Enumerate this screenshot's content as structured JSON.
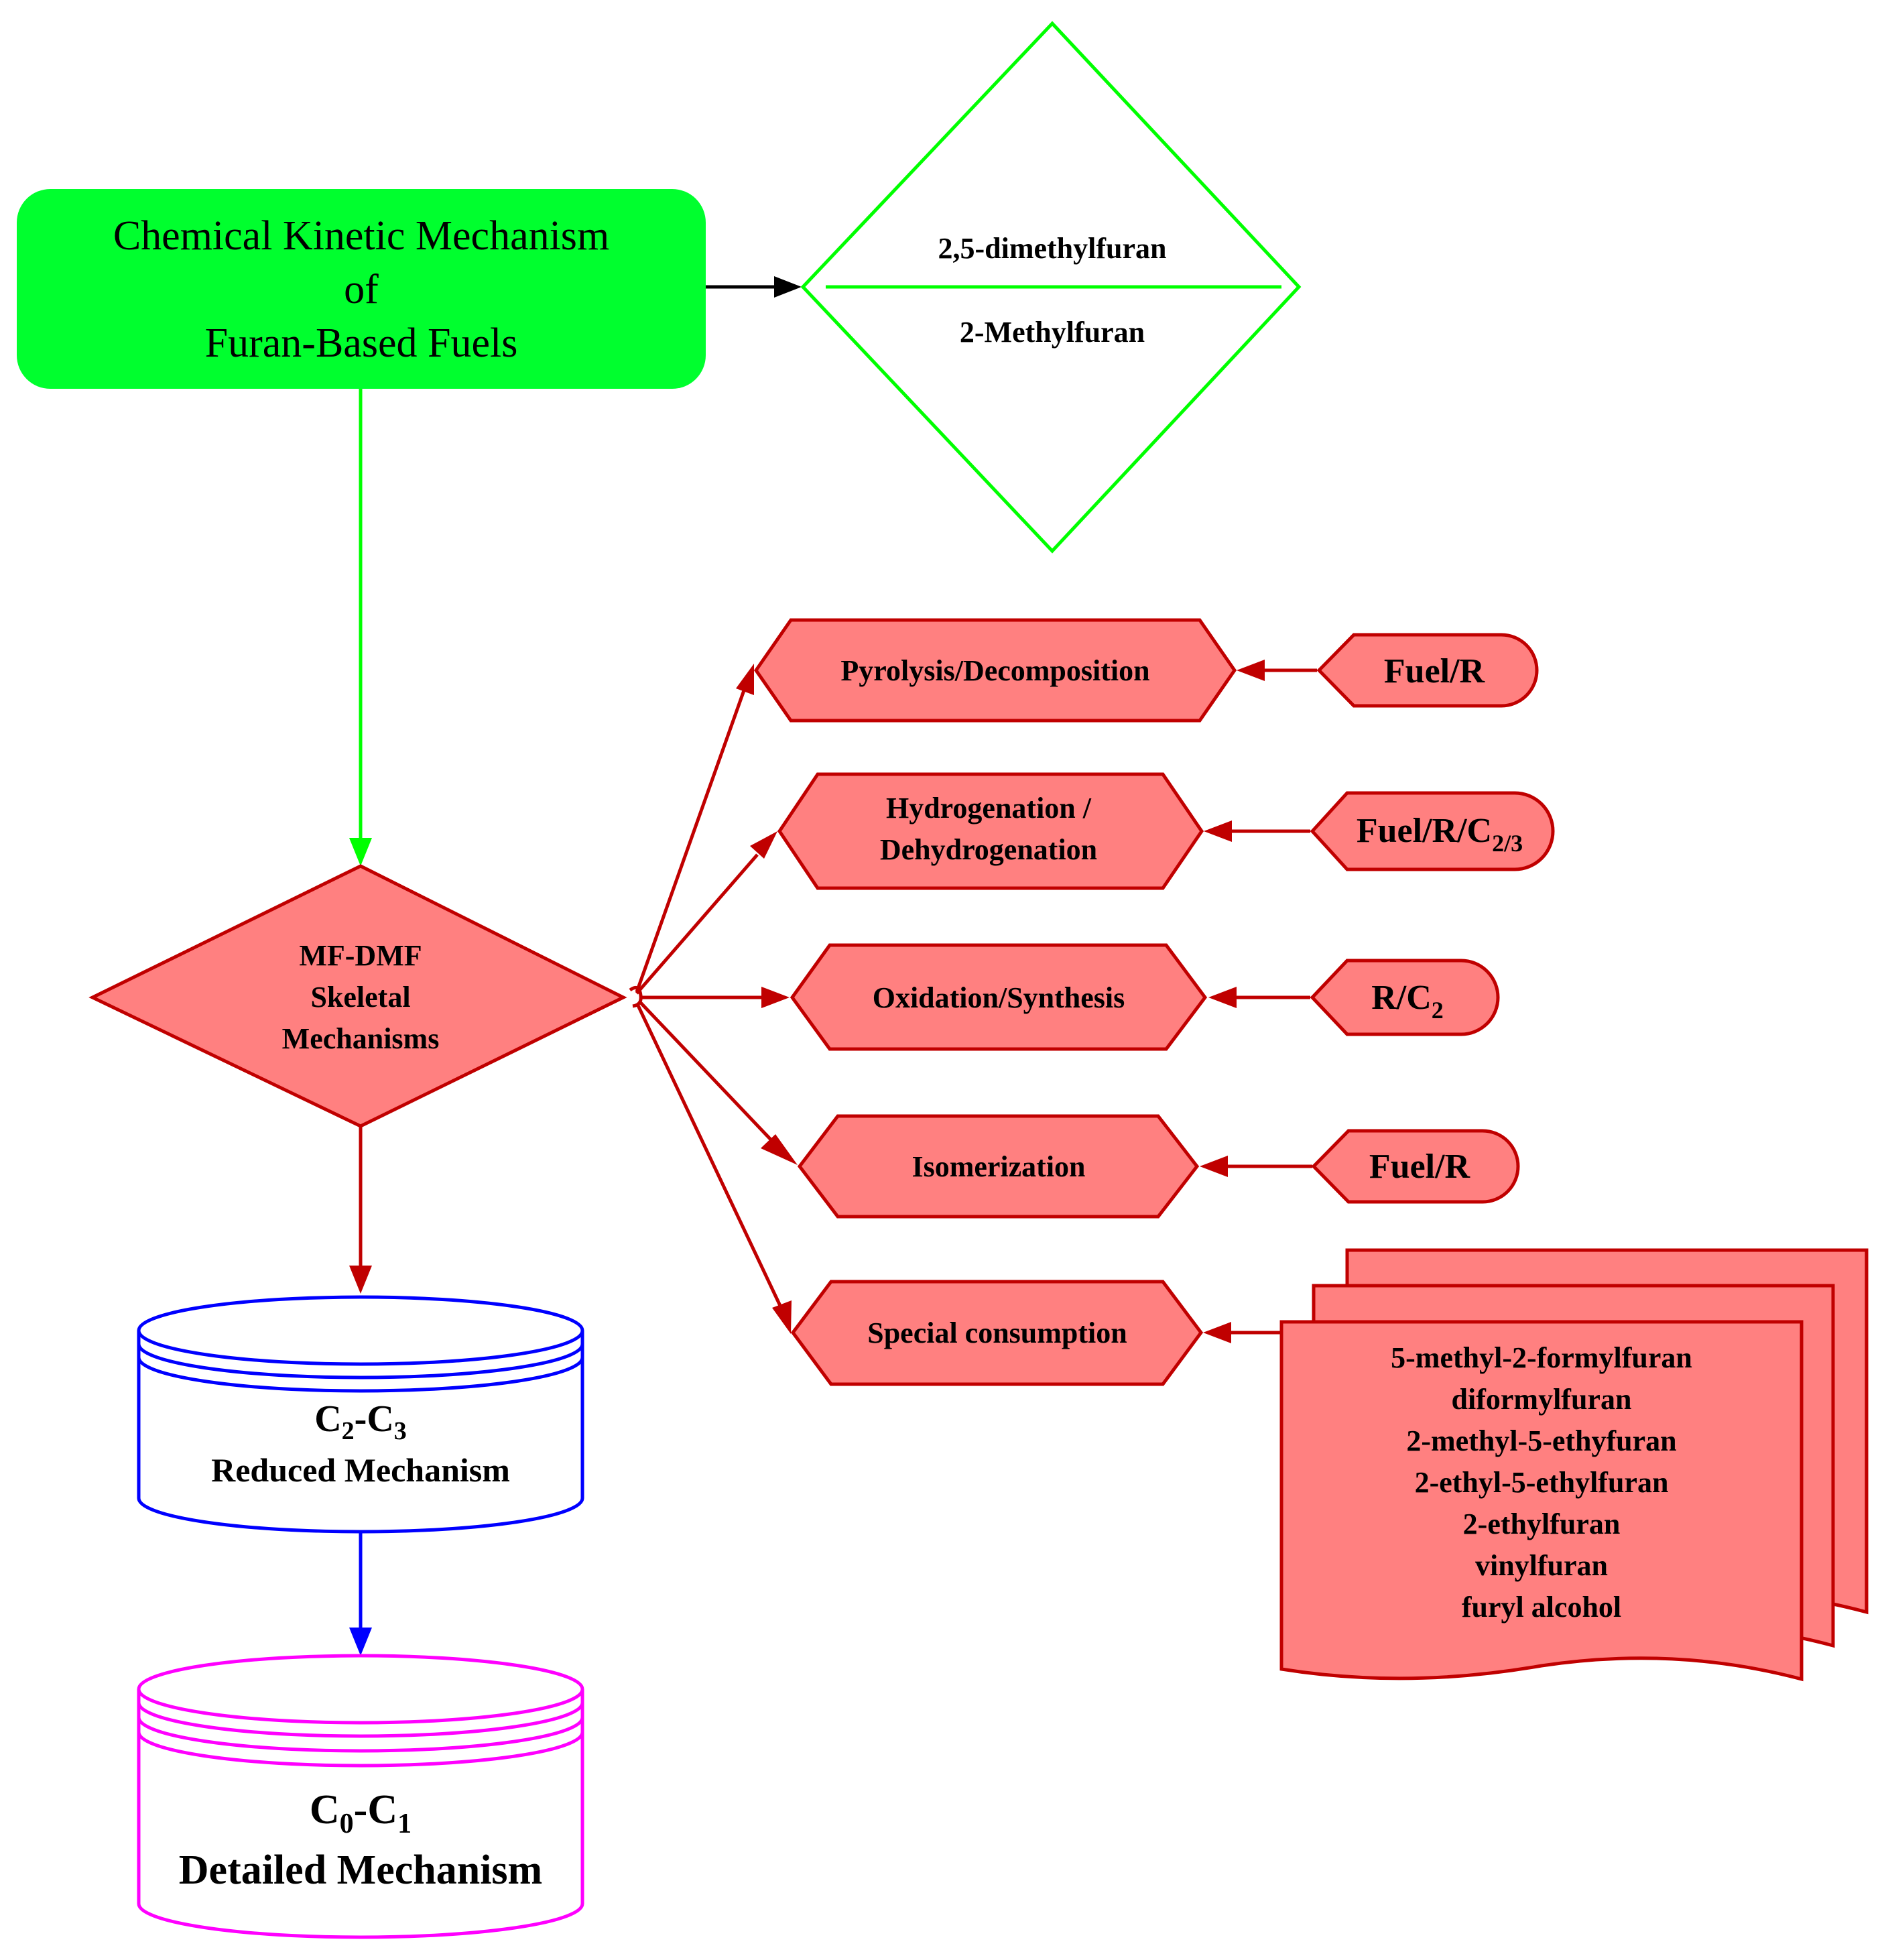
{
  "top_box": {
    "line1": "Chemical Kinetic Mechanism",
    "line2": "of",
    "line3": "Furan-Based Fuels"
  },
  "fuel_diamond": {
    "top_label": "2,5-dimethylfuran",
    "bottom_label": "2-Methylfuran"
  },
  "skeletal": {
    "line1": "MF-DMF",
    "line2": "Skeletal",
    "line3": "Mechanisms"
  },
  "reduced_db": {
    "sub_main": "C",
    "sub1": "2",
    "dash": "-C",
    "sub2": "3",
    "line2": "Reduced Mechanism"
  },
  "detailed_db": {
    "sub_main": "C",
    "sub1": "0",
    "dash": "-C",
    "sub2": "1",
    "line2": "Detailed Mechanism"
  },
  "processes": [
    {
      "label": "Pyrolysis/Decomposition"
    },
    {
      "label1": "Hydrogenation /",
      "label2": "Dehydrogenation"
    },
    {
      "label": "Oxidation/Synthesis"
    },
    {
      "label": "Isomerization"
    },
    {
      "label": "Special consumption"
    }
  ],
  "inputs": [
    {
      "label": "Fuel/R"
    },
    {
      "label": "Fuel/R/C",
      "sub": "2/3"
    },
    {
      "label": "R/C",
      "sub": "2"
    },
    {
      "label": "Fuel/R"
    }
  ],
  "special_species": [
    "5-methyl-2-formylfuran",
    "diformylfuran",
    "2-methyl-5-ethyfuran",
    "2-ethyl-5-ethylfuran",
    "2-ethylfuran",
    "vinylfuran",
    "furyl alcohol"
  ],
  "colors": {
    "green": "#00ff00",
    "green_fill": "#00ff2e",
    "red_stroke": "#c00000",
    "red_fill": "#ff8080",
    "blue": "#0000ff",
    "magenta": "#ff00ff",
    "black": "#000000"
  }
}
